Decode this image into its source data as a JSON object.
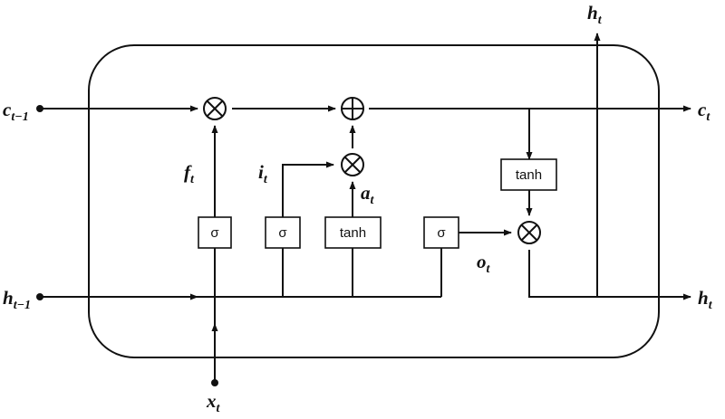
{
  "gates": {
    "forget": "σ",
    "input": "σ",
    "candidate": "tanh",
    "output": "σ",
    "cell_tanh": "tanh"
  },
  "labels": {
    "c_prev": {
      "main": "c",
      "sub": "t−1"
    },
    "c_next": {
      "main": "c",
      "sub": "t"
    },
    "h_prev": {
      "main": "h",
      "sub": "t−1"
    },
    "h_next": {
      "main": "h",
      "sub": "t"
    },
    "h_top": {
      "main": "h",
      "sub": "t"
    },
    "x_input": {
      "main": "x",
      "sub": "t"
    },
    "f_gate": {
      "main": "f",
      "sub": "t"
    },
    "i_gate": {
      "main": "i",
      "sub": "t"
    },
    "a_gate": {
      "main": "a",
      "sub": "t"
    },
    "o_gate": {
      "main": "o",
      "sub": "t"
    }
  }
}
